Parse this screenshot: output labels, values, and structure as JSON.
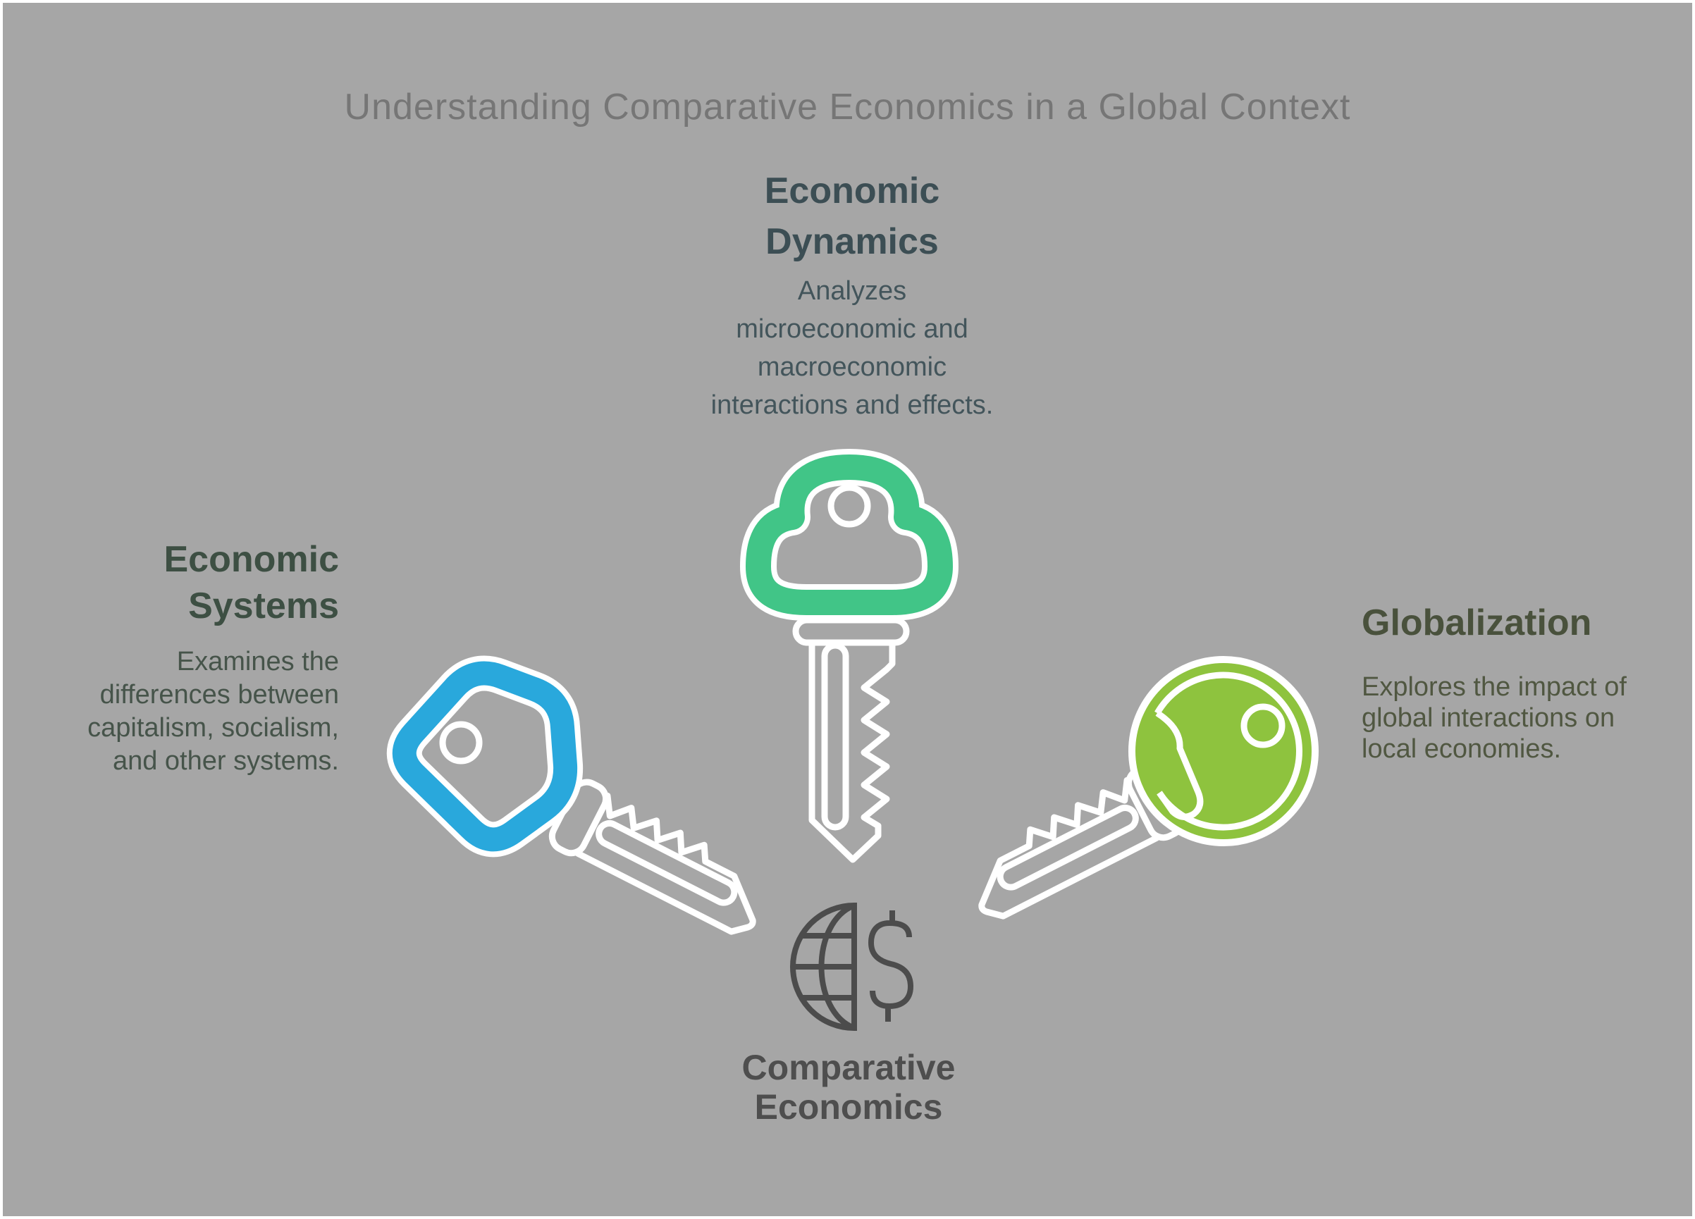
{
  "canvas": {
    "background": "#a6a6a6",
    "border_color": "#ffffff"
  },
  "title": {
    "text": "Understanding Comparative Economics in a Global Context",
    "color": "#767676"
  },
  "sections": {
    "top": {
      "heading_lines": [
        "Economic",
        "Dynamics"
      ],
      "description_lines": [
        "Analyzes",
        "microeconomic and",
        "macroeconomic",
        "interactions and effects."
      ],
      "heading_color": "#3c4e54",
      "description_color": "#43555b",
      "key": {
        "name": "cloud-key-icon",
        "color": "#41c587",
        "outline_color": "#ffffff"
      }
    },
    "left": {
      "heading_lines": [
        "Economic",
        "Systems"
      ],
      "description_lines": [
        "Examines the",
        "differences between",
        "capitalism, socialism,",
        "and other systems."
      ],
      "heading_color": "#3d4f43",
      "description_color": "#46544a",
      "key": {
        "name": "square-key-icon",
        "color": "#29a8dc",
        "outline_color": "#ffffff"
      }
    },
    "right": {
      "heading_lines": [
        "Globalization"
      ],
      "description_lines": [
        "Explores the impact of",
        "global interactions on",
        "local economies."
      ],
      "heading_color": "#49513c",
      "description_color": "#505741",
      "key": {
        "name": "round-key-icon",
        "color": "#8ec33e",
        "outline_color": "#ffffff"
      }
    }
  },
  "center": {
    "label_lines": [
      "Comparative",
      "Economics"
    ],
    "label_color": "#4e4e4e",
    "icon": {
      "name": "globe-dollar-icon",
      "color": "#4c4c4c"
    }
  }
}
